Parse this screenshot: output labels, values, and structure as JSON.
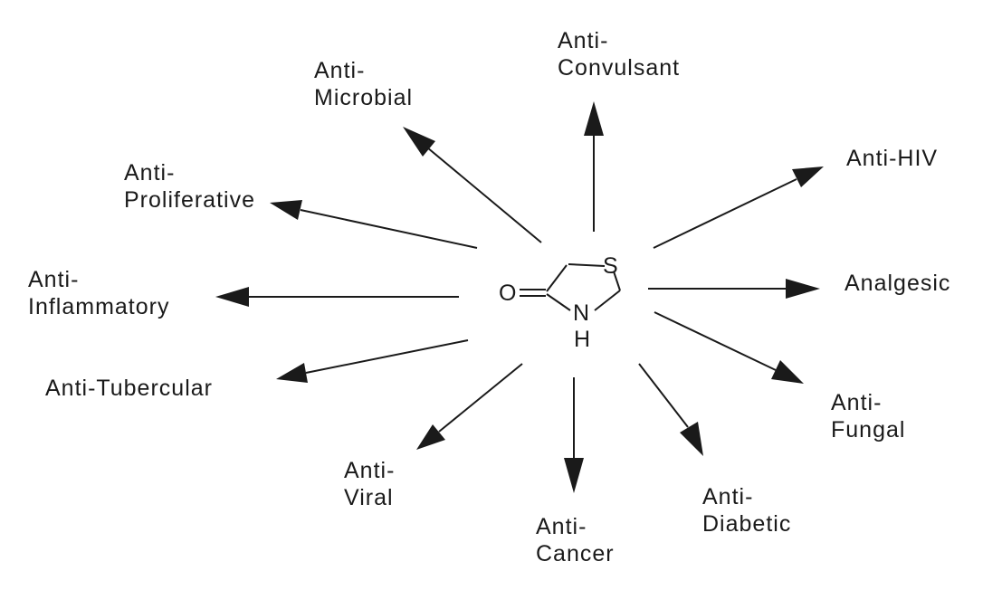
{
  "molecule": {
    "atoms": {
      "sulfur": "S",
      "oxygen": "O",
      "nitrogen": "N",
      "hydrogen": "H"
    }
  },
  "activities": [
    {
      "id": "anti-convulsant",
      "label": "Anti-\nConvulsant"
    },
    {
      "id": "anti-microbial",
      "label": "Anti-\nMicrobial"
    },
    {
      "id": "anti-hiv",
      "label": "Anti-HIV"
    },
    {
      "id": "anti-proliferative",
      "label": "Anti-\nProliferative"
    },
    {
      "id": "anti-inflammatory",
      "label": "Anti-\nInflammatory"
    },
    {
      "id": "analgesic",
      "label": "Analgesic"
    },
    {
      "id": "anti-tubercular",
      "label": "Anti-Tubercular"
    },
    {
      "id": "anti-fungal",
      "label": "Anti-\nFungal"
    },
    {
      "id": "anti-viral",
      "label": "Anti-\nViral"
    },
    {
      "id": "anti-diabetic",
      "label": "Anti-\nDiabetic"
    },
    {
      "id": "anti-cancer",
      "label": "Anti-\nCancer"
    }
  ],
  "colors": {
    "ink": "#1a1a1a",
    "background": "#ffffff"
  }
}
